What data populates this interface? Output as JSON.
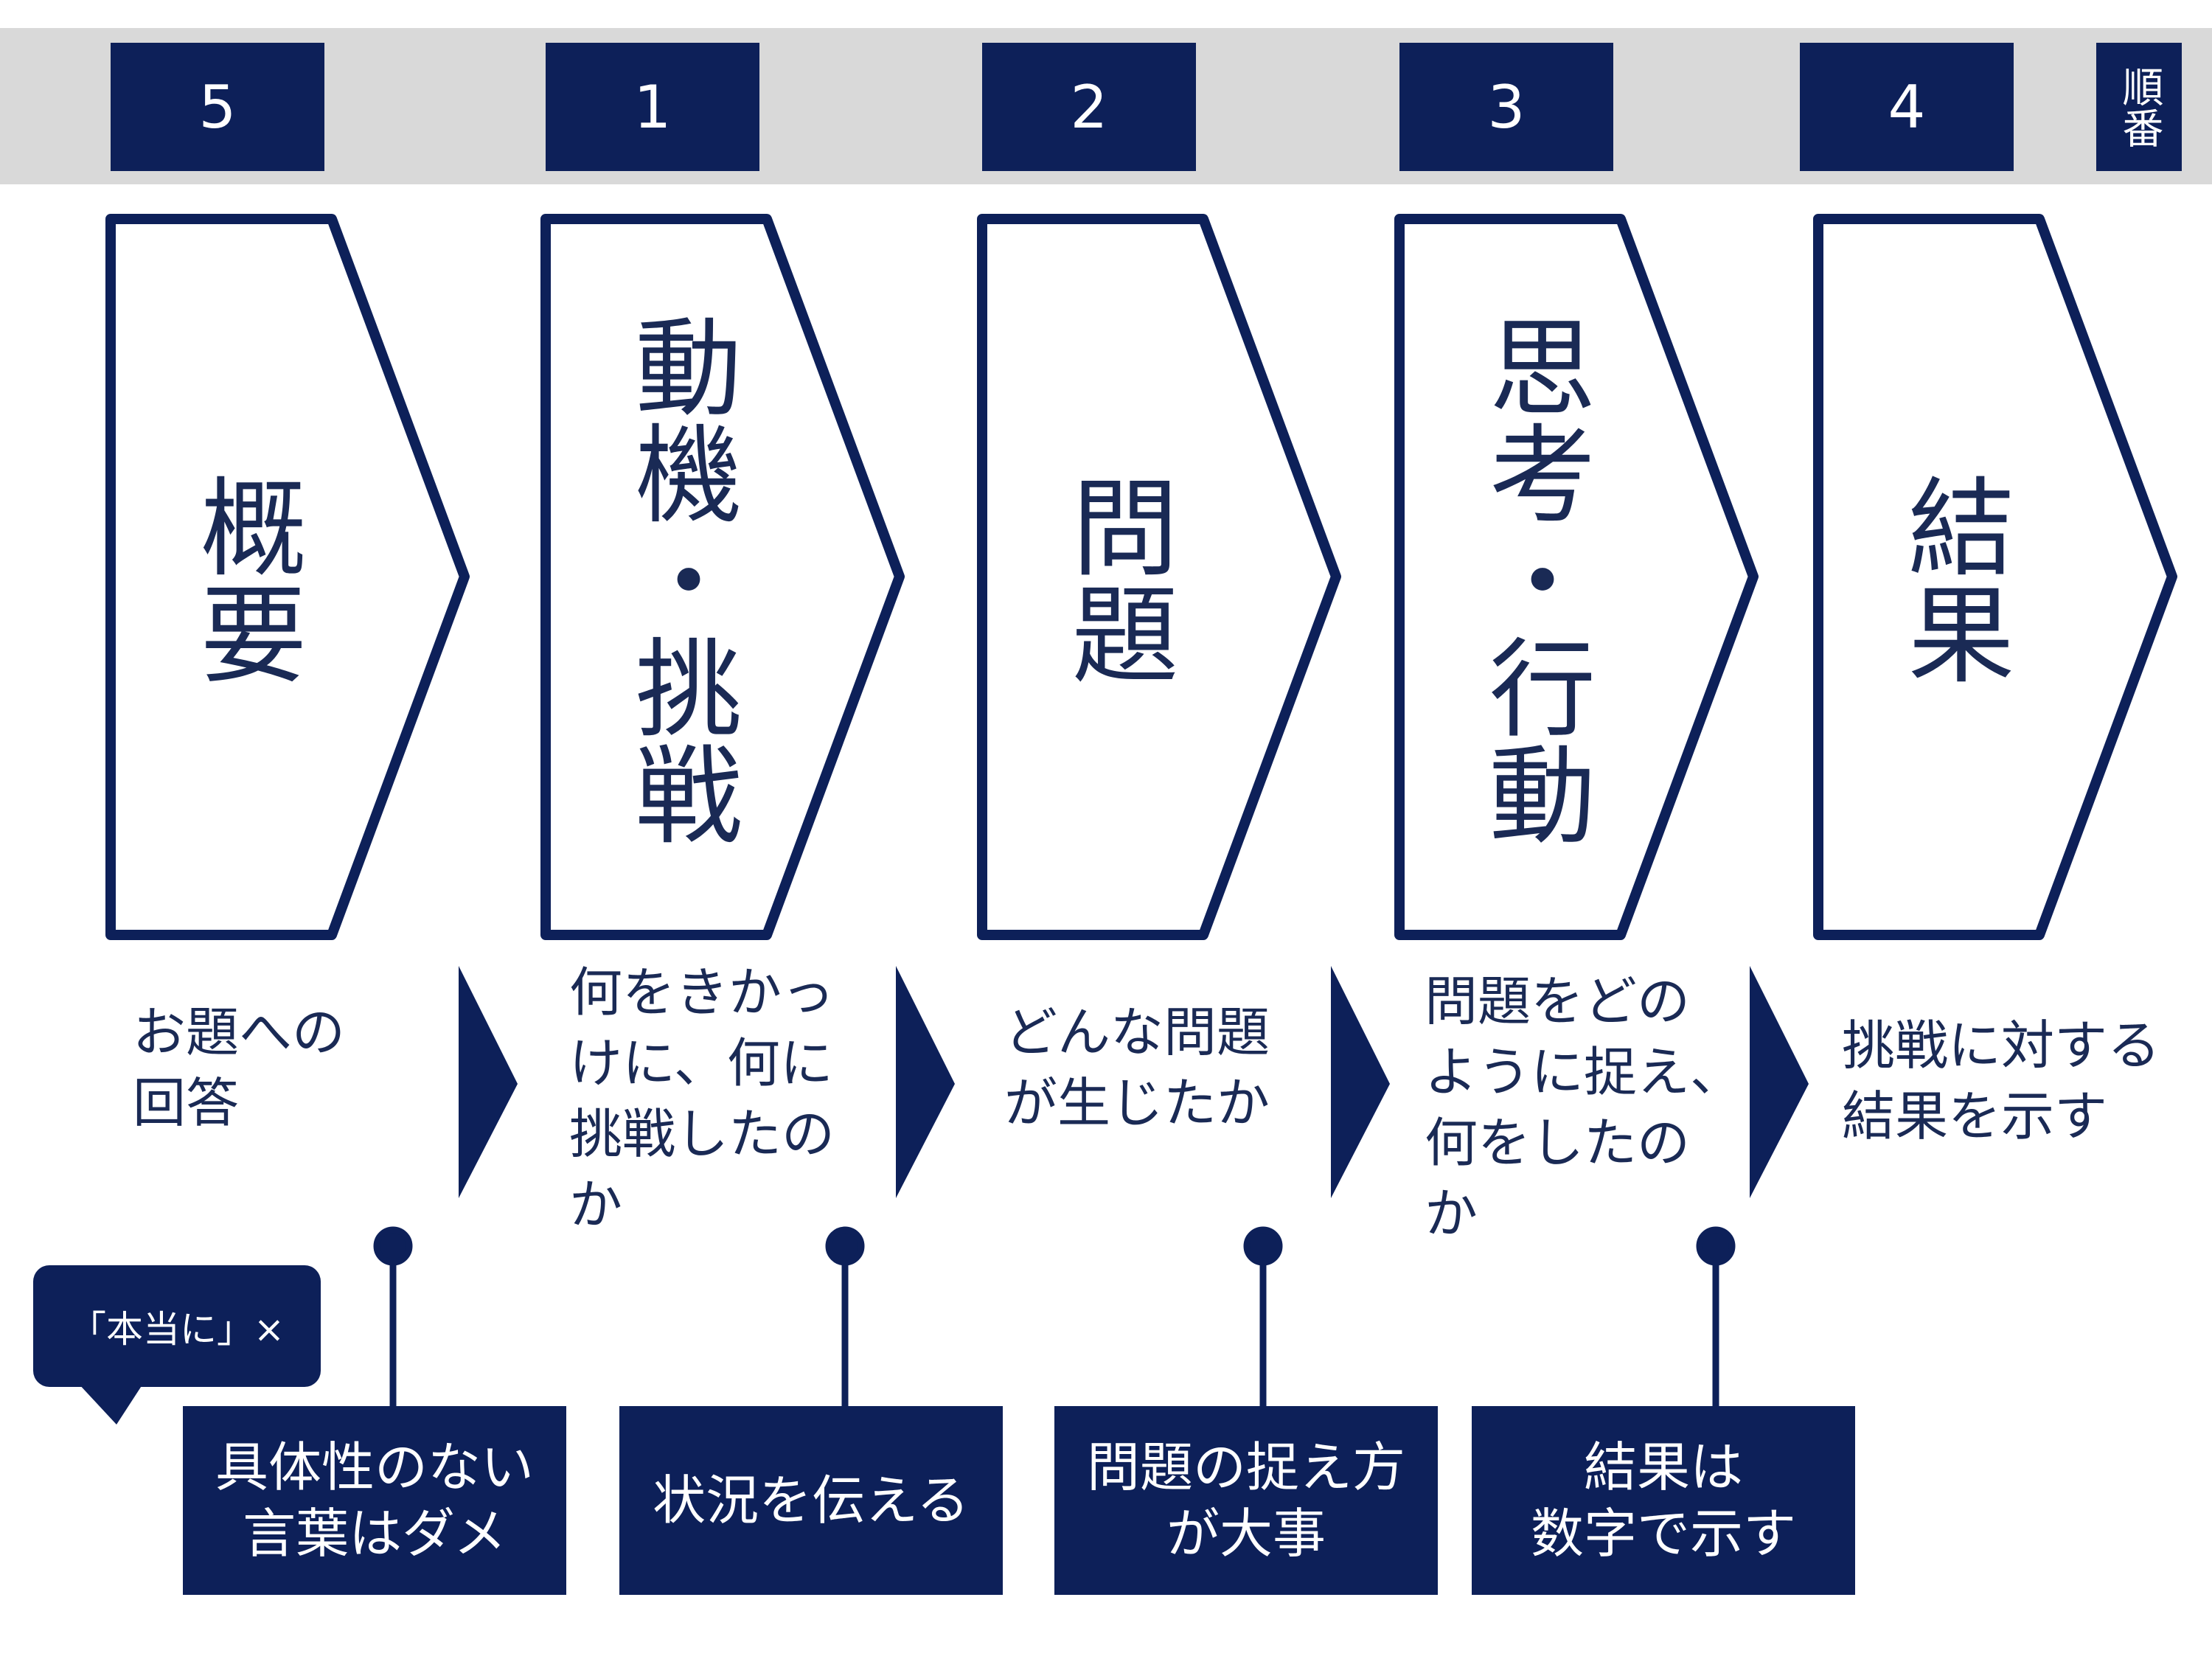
{
  "order_header": {
    "label": "順番",
    "numbers": [
      "5",
      "1",
      "2",
      "3",
      "4"
    ]
  },
  "steps": [
    {
      "title": "概要",
      "description": "お題への\n回答"
    },
    {
      "title": "動機・挑戦",
      "description": "何をきかっ\nけに、何に\n挑戦したの\nか"
    },
    {
      "title": "問題",
      "description": "どんな問題\nが生じたか"
    },
    {
      "title": "思考・行動",
      "description": "問題をどの\nように捉え、\n何をしたの\nか"
    },
    {
      "title": "結果",
      "description": "挑戦に対する\n結果を示す"
    }
  ],
  "notes": [
    "具体性のない\n言葉はダメ",
    "状況を伝える",
    "問題の捉え方\nが大事",
    "結果は\n数字で示す"
  ],
  "bubble": {
    "text": "「本当に」×"
  },
  "colors": {
    "navy": "#0d2059",
    "band": "#d9d9d9",
    "text": "#1a2a55"
  }
}
